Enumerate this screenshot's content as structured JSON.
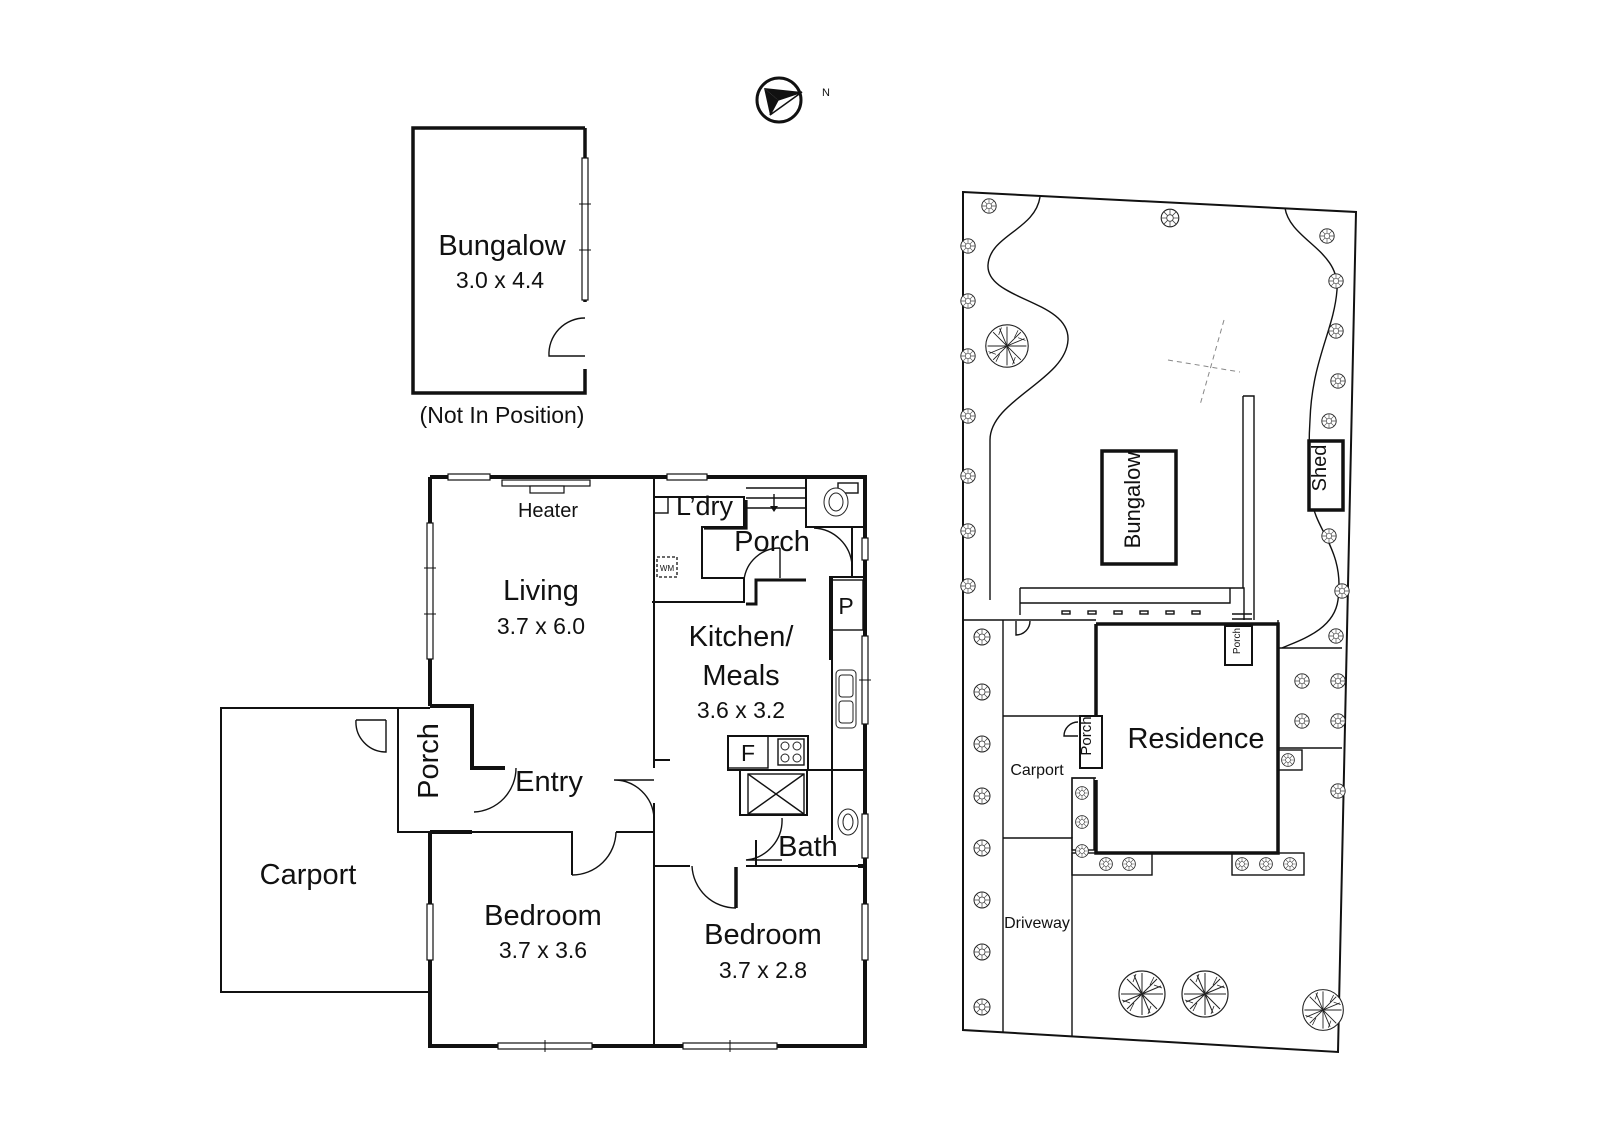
{
  "compass": {
    "label": "N"
  },
  "bungalow_plan": {
    "name": "Bungalow",
    "size": "3.0 x 4.4",
    "note": "(Not In Position)"
  },
  "floor_plan": {
    "rooms": {
      "heater": "Heater",
      "laundry": "L’dry",
      "porch_rear": "Porch",
      "living_name": "Living",
      "living_size": "3.7 x 6.0",
      "kitchen_name_line1": "Kitchen/",
      "kitchen_name_line2": "Meals",
      "kitchen_size": "3.6 x 3.2",
      "pantry": "P",
      "fridge": "F",
      "wm": "WM",
      "porch_front": "Porch",
      "entry": "Entry",
      "bath": "Bath",
      "carport": "Carport",
      "bed1_name": "Bedroom",
      "bed1_size": "3.7 x 3.6",
      "bed2_name": "Bedroom",
      "bed2_size": "3.7 x 2.8"
    }
  },
  "site_plan": {
    "bungalow": "Bungalow",
    "shed": "Shed",
    "residence": "Residence",
    "porch_small": "Porch",
    "porch_side": "Porch",
    "carport": "Carport",
    "driveway": "Driveway"
  }
}
